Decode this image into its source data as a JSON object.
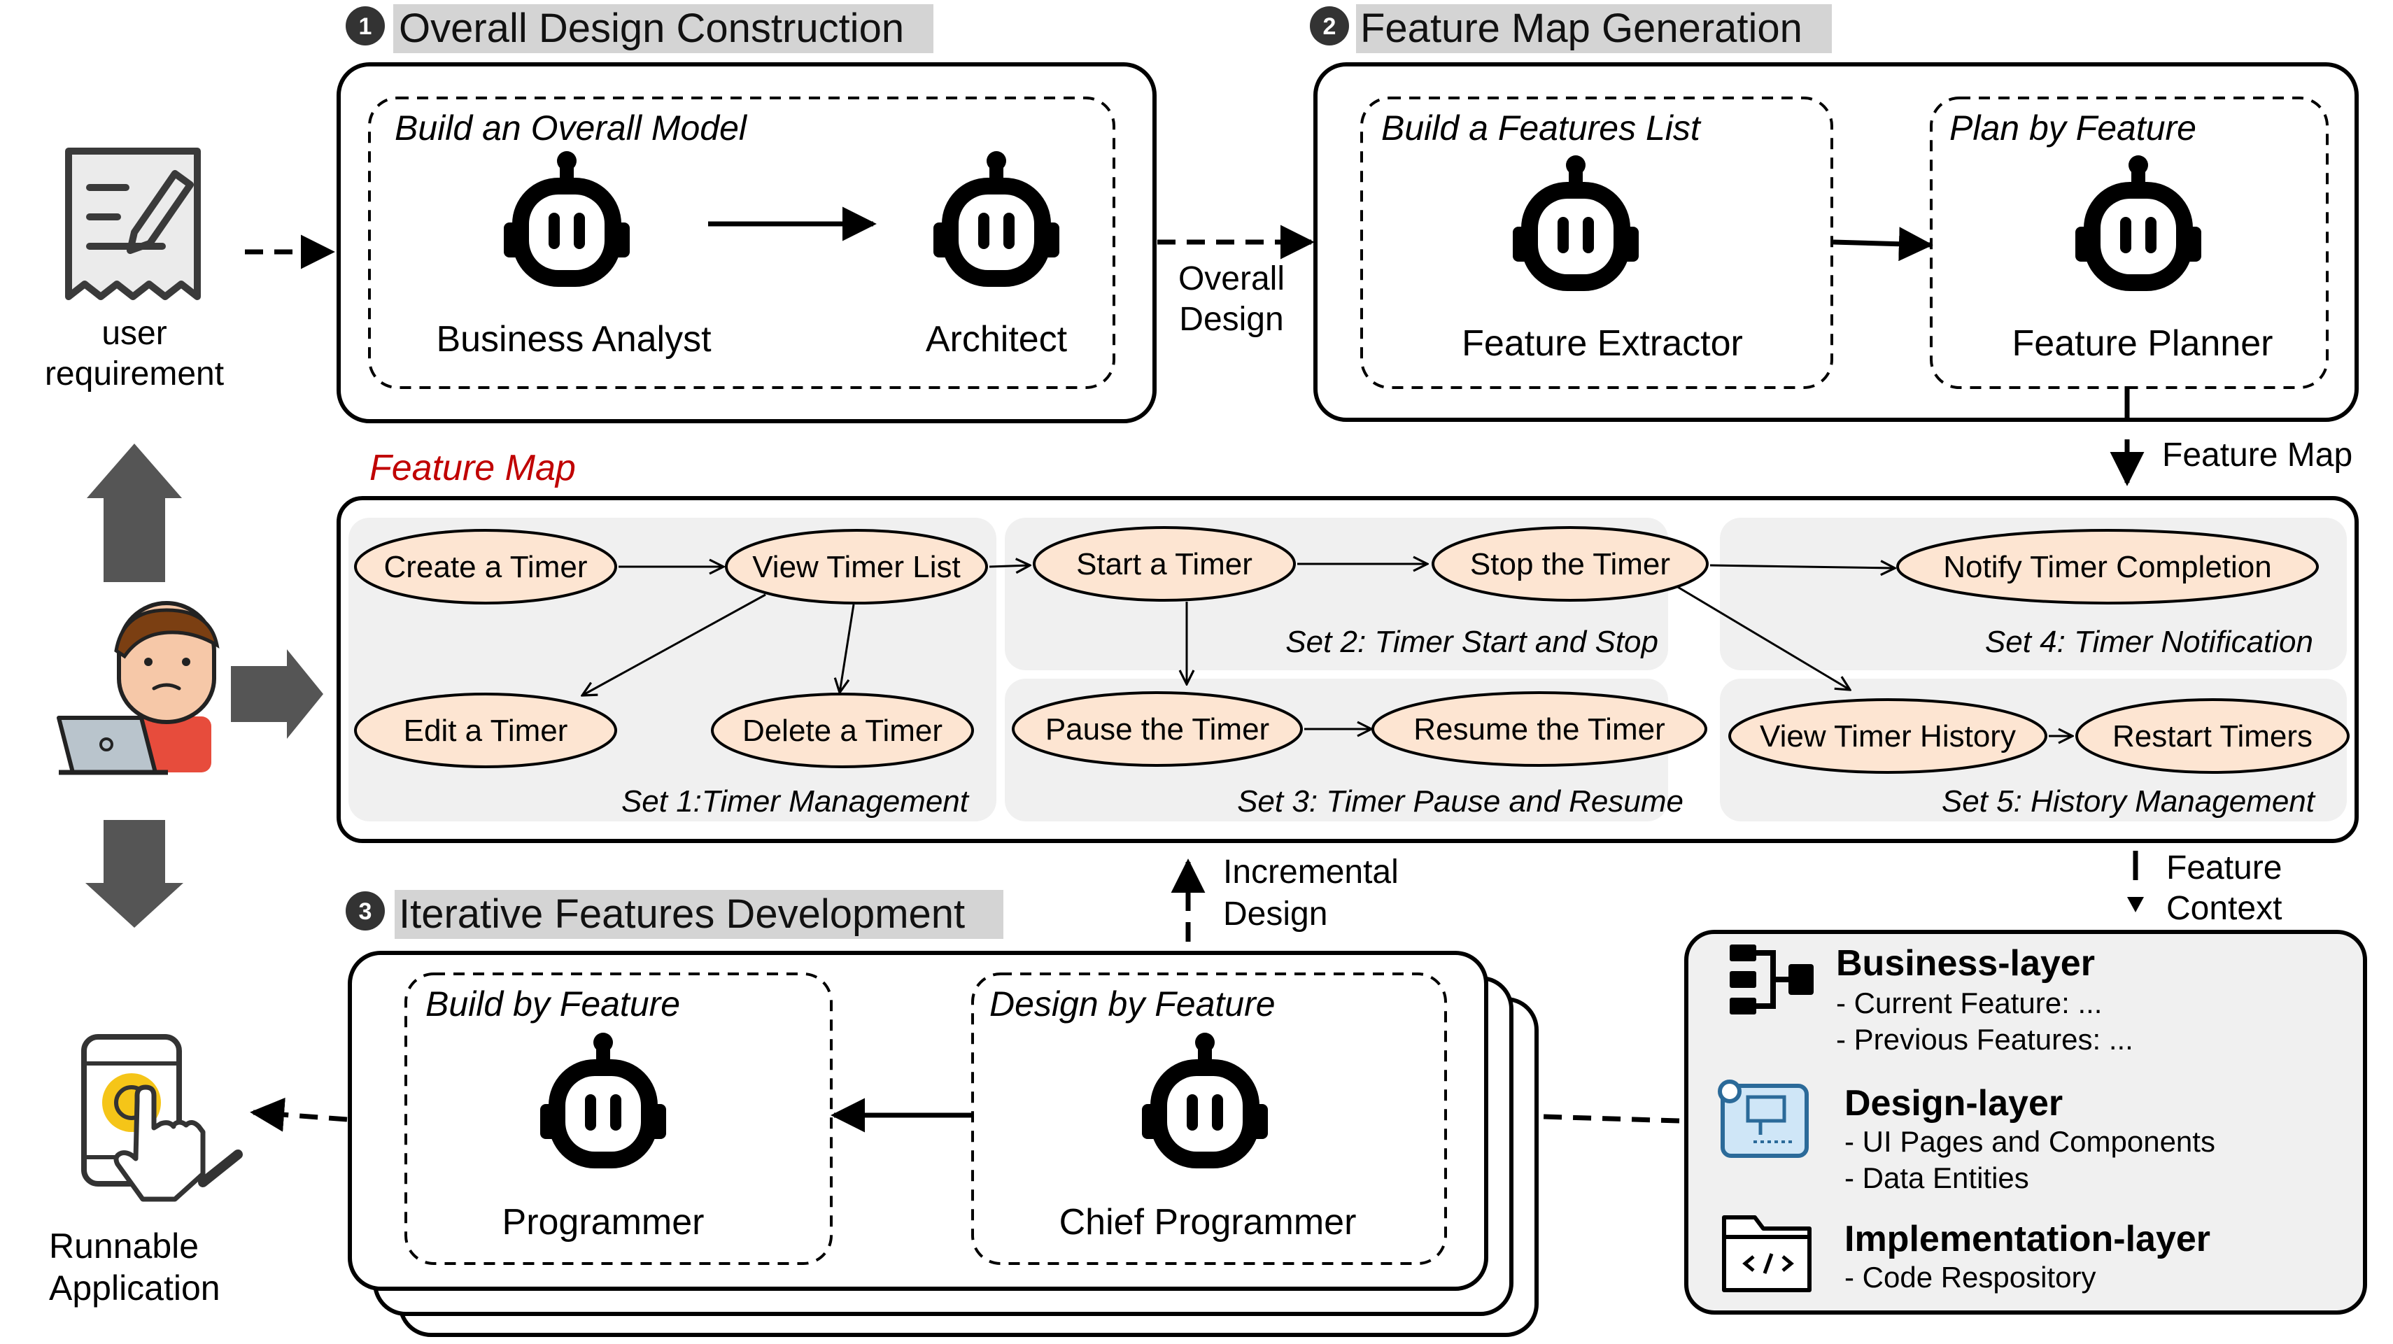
{
  "stages": {
    "s1": {
      "num": "1",
      "title": "Overall Design Construction",
      "inner": "Build an Overall Model",
      "agent_a": "Business Analyst",
      "agent_b": "Architect"
    },
    "s2": {
      "num": "2",
      "title": "Feature Map Generation",
      "inner_a": "Build a Features List",
      "inner_b": "Plan by Feature",
      "agent_a": "Feature Extractor",
      "agent_b": "Feature Planner"
    },
    "s3": {
      "num": "3",
      "title": "Iterative Features Development",
      "inner_a": "Build by Feature",
      "inner_b": "Design by Feature",
      "agent_a": "Programmer",
      "agent_b": "Chief Programmer"
    }
  },
  "left": {
    "user_req": [
      "user",
      "requirement"
    ],
    "runnable": [
      "Runnable",
      "Application"
    ]
  },
  "connectors": {
    "overall_design": [
      "Overall",
      "Design"
    ],
    "feature_map": "Feature Map",
    "incremental_design": [
      "Incremental",
      "Design"
    ],
    "feature_context": [
      "Feature",
      "Context"
    ]
  },
  "feature_map": {
    "title": "Feature Map",
    "title_color": "#c00000",
    "sets": [
      "Set 1:Timer Management",
      "Set 2: Timer Start and Stop",
      "Set 3: Timer Pause and Resume",
      "Set 4: Timer Notification",
      "Set 5: History Management"
    ],
    "nodes": [
      "Create a Timer",
      "View Timer List",
      "Edit a Timer",
      "Delete a Timer",
      "Start a Timer",
      "Stop the Timer",
      "Pause the Timer",
      "Resume the Timer",
      "Notify Timer Completion",
      "View Timer History",
      "Restart Timers"
    ]
  },
  "context": {
    "business": {
      "title": "Business-layer",
      "items": [
        "- Current Feature: ...",
        "- Previous Features: ..."
      ]
    },
    "design": {
      "title": "Design-layer",
      "items": [
        "- UI Pages and Components",
        "- Data Entities"
      ]
    },
    "impl": {
      "title": "Implementation-layer",
      "items": [
        "- Code Respository"
      ]
    }
  },
  "colors": {
    "node_fill": "#fde5d2",
    "set_fill": "#f0f0f0",
    "stage_title_bg": "#d4d4d4",
    "context_fill": "#f0f0f0",
    "arrow_gray": "#555555"
  }
}
